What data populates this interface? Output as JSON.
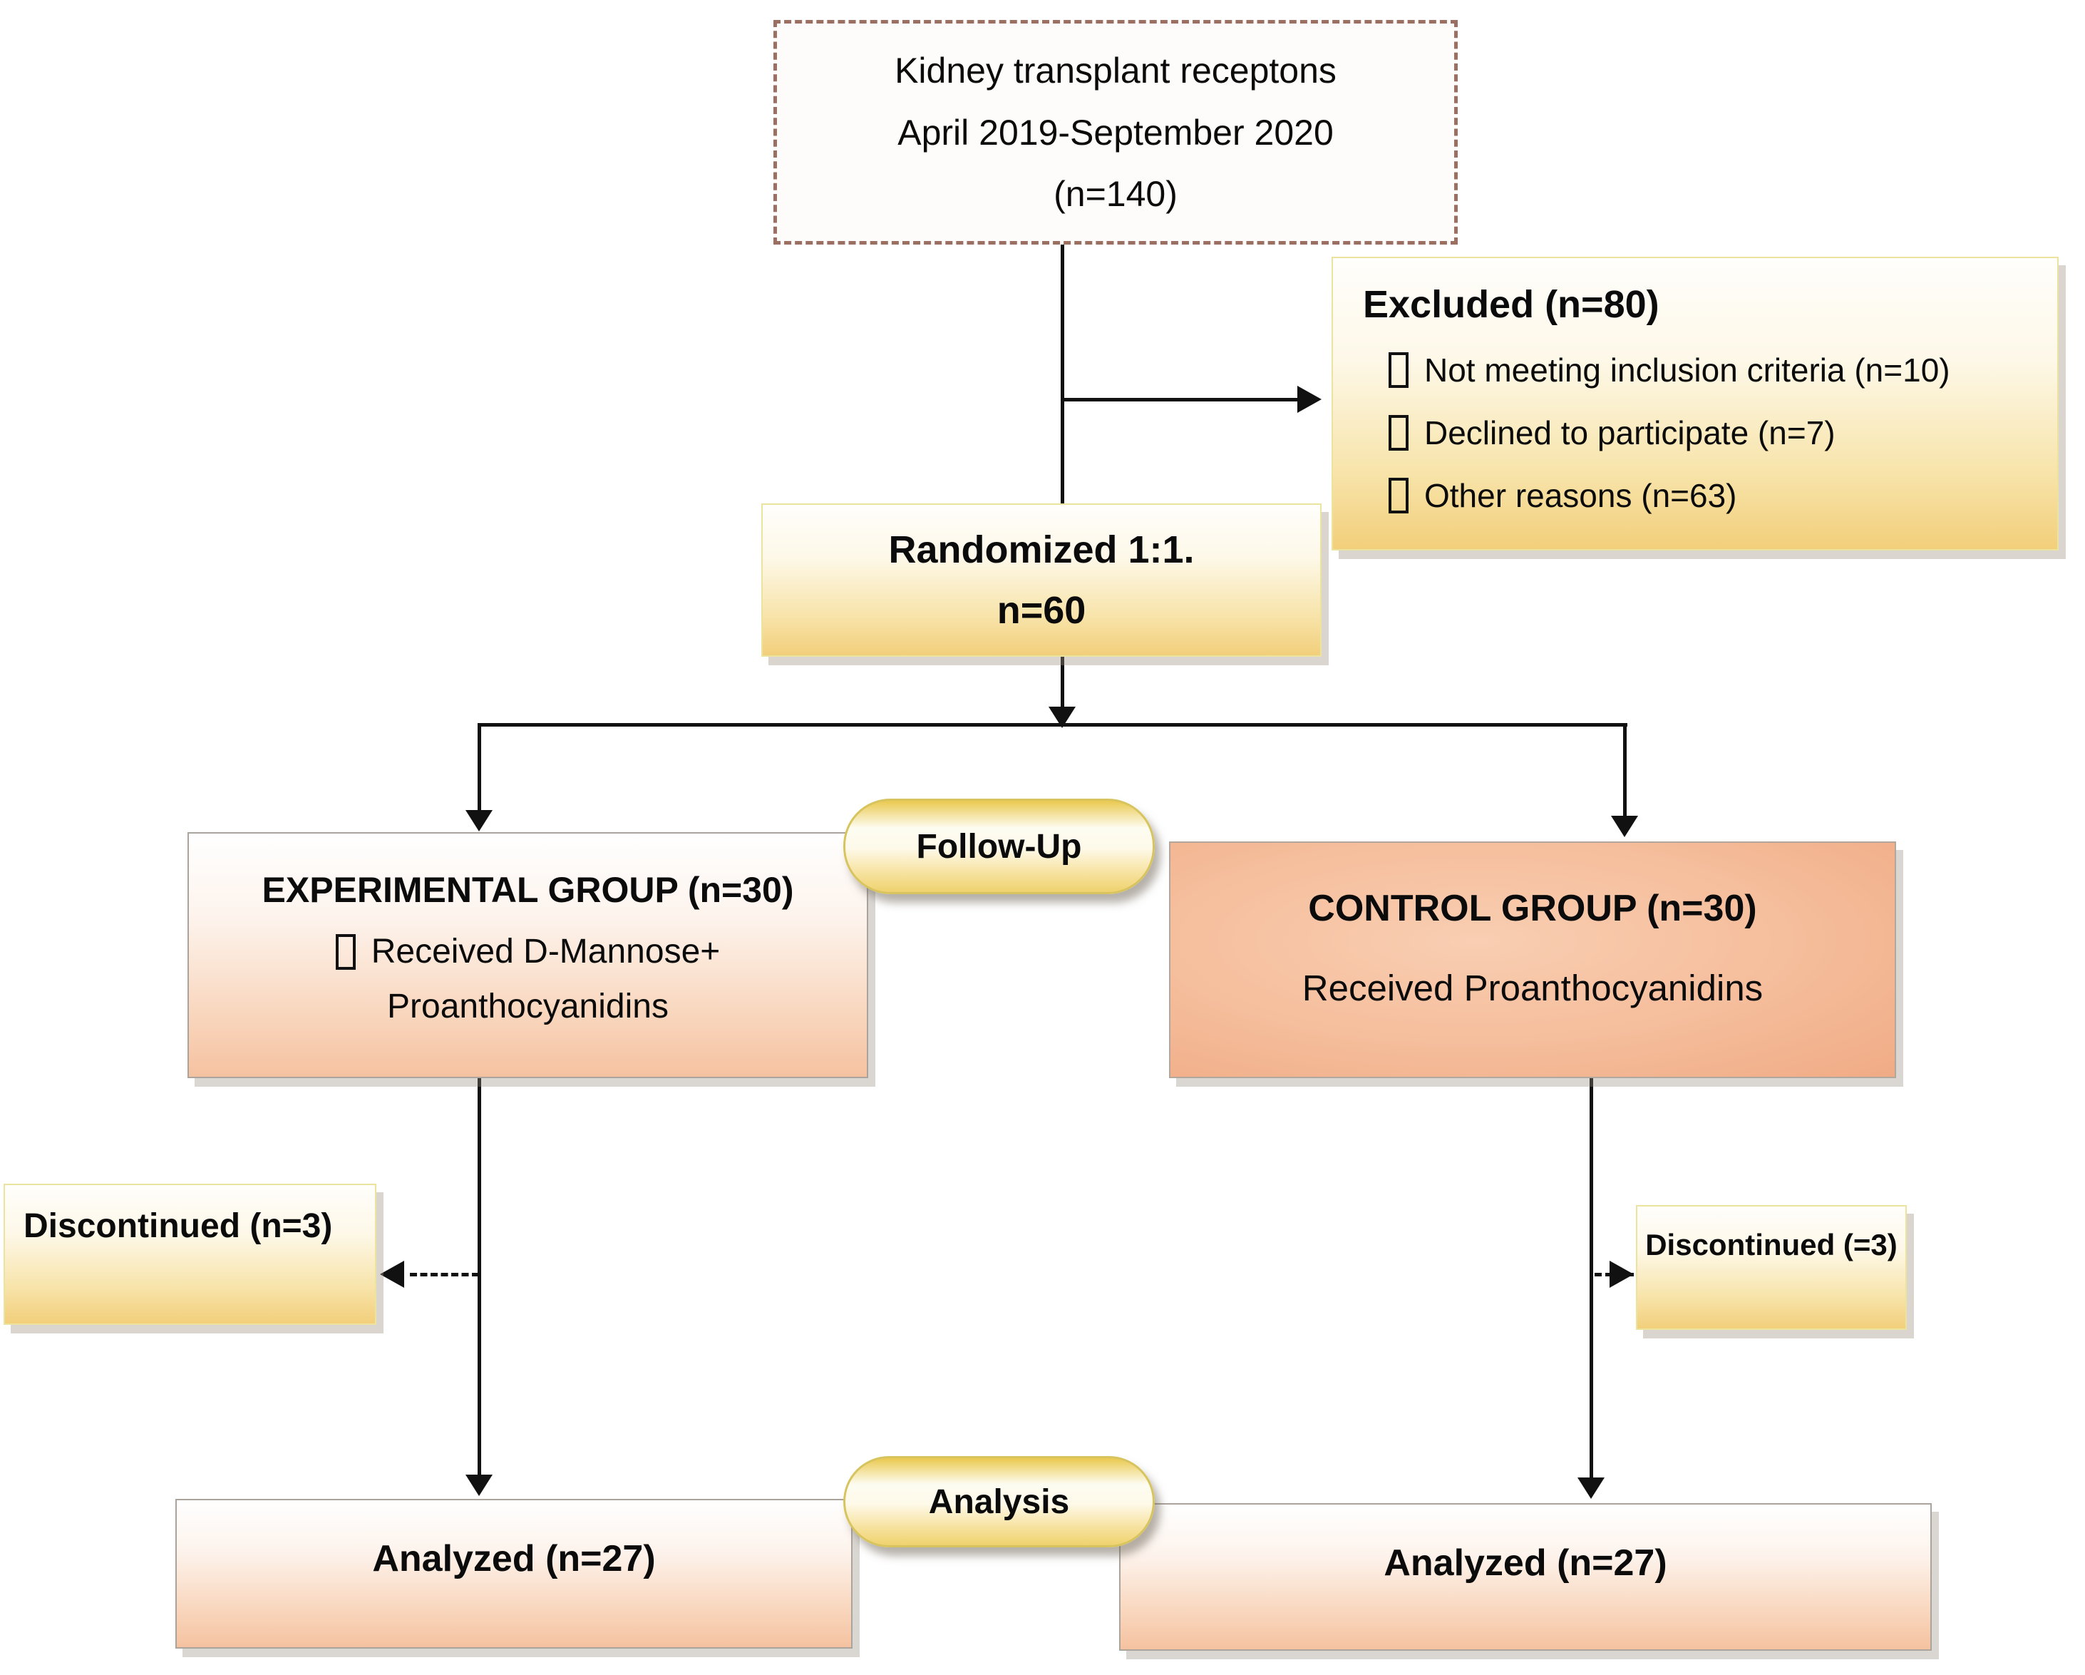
{
  "flow": {
    "enrollment": {
      "lines": [
        "Kidney transplant receptons",
        "April 2019-September 2020",
        "(n=140)"
      ]
    },
    "excluded": {
      "title": "Excluded (n=80)",
      "items": [
        "Not meeting inclusion criteria (n=10)",
        "Declined to participate (n=7)",
        "Other reasons (n=63)"
      ]
    },
    "randomized": {
      "line1": "Randomized 1:1.",
      "line2": "n=60"
    },
    "followup_label": "Follow-Up",
    "experimental": {
      "title": "EXPERIMENTAL GROUP (n=30)",
      "line1": "Received D-Mannose+",
      "line2": "Proanthocyanidins"
    },
    "control": {
      "title": "CONTROL GROUP (n=30)",
      "line1": "Received Proanthocyanidins"
    },
    "discontinued_left": {
      "label": "Discontinued (n=3)"
    },
    "discontinued_right": {
      "label": "Discontinued (=3)"
    },
    "analysis_label": "Analysis",
    "analyzed_left": {
      "label": "Analyzed (n=27)"
    },
    "analyzed_right": {
      "label": "Analyzed (n=27)"
    },
    "colors": {
      "yellow_box": "#f2cf7b",
      "salmon_box": "#f5c2a0",
      "control_box": "#f3b794",
      "pill_gold": "#eecb5d",
      "dashed_border": "#9b6f62",
      "arrow": "#111111",
      "shadow": "#b9b2a5"
    }
  }
}
